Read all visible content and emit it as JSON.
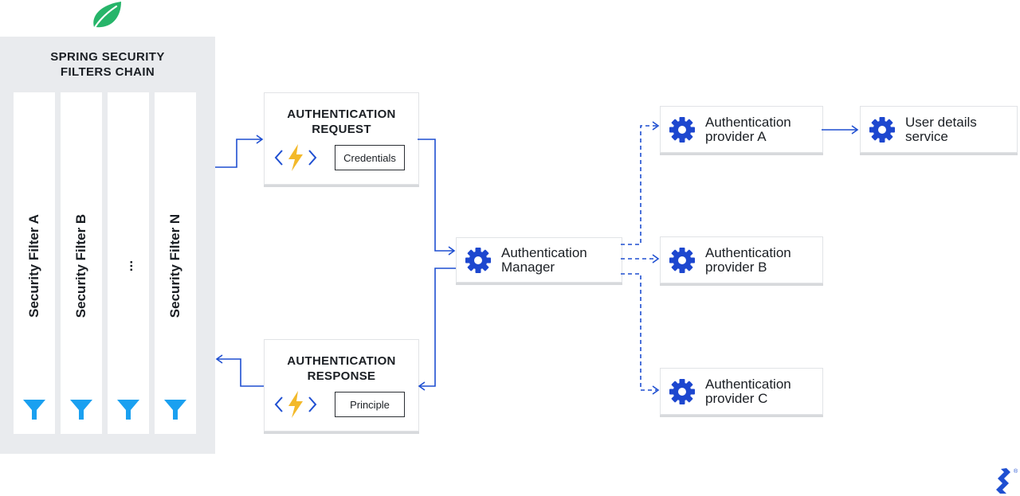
{
  "chain": {
    "title_line1": "SPRING SECURITY",
    "title_line2": "FILTERS CHAIN",
    "filters": [
      "Security Filter A",
      "Security Filter B",
      "...",
      "Security Filter N"
    ]
  },
  "auth_request": {
    "title_line1": "AUTHENTICATION",
    "title_line2": "REQUEST",
    "pill": "Credentials"
  },
  "auth_response": {
    "title_line1": "AUTHENTICATION",
    "title_line2": "RESPONSE",
    "pill": "Principle"
  },
  "manager": {
    "line1": "Authentication",
    "line2": "Manager"
  },
  "providers": [
    {
      "line1": "Authentication",
      "line2": "provider A"
    },
    {
      "line1": "Authentication",
      "line2": "provider B"
    },
    {
      "line1": "Authentication",
      "line2": "provider C"
    }
  ],
  "user_details": {
    "line1": "User details",
    "line2": "service"
  },
  "colors": {
    "accent_blue": "#1f4fd1",
    "gear_blue": "#1d47cf",
    "funnel_blue": "#1aa0f0",
    "bolt_yellow": "#f3b92a",
    "leaf_green": "#27b56a",
    "panel_gray": "#e9ebee"
  },
  "icons": [
    "spring-leaf-icon",
    "funnel-icon",
    "code-brackets-icon",
    "lightning-icon",
    "gear-icon",
    "toptal-logo-icon"
  ]
}
